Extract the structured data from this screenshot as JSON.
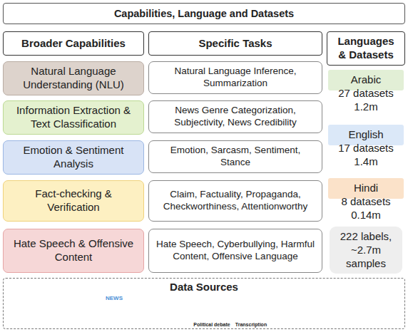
{
  "diagram": {
    "nodes": [
      {
        "text": [
          "Capabilities, Language and Datasets"
        ]
      },
      {
        "text": [
          "Broader Capabilities"
        ]
      },
      {
        "text": [
          "Specific Tasks"
        ]
      },
      {
        "text": [
          "Languages & Datasets"
        ]
      },
      {
        "text": [
          "Natural Language Understanding (NLU)"
        ]
      },
      {
        "text": [
          "Natural Language Inference, Summarization"
        ]
      },
      {
        "text": [
          "Information Extraction & Text Classification"
        ]
      },
      {
        "text": [
          "News Genre Categorization, Subjectivity, News Credibility"
        ]
      },
      {
        "text": [
          "Emotion & Sentiment Analysis"
        ]
      },
      {
        "text": [
          "Emotion, Sarcasm, Sentiment, Stance"
        ]
      },
      {
        "text": [
          "Fact-checking & Verification"
        ]
      },
      {
        "text": [
          "Claim, Factuality, Propaganda, Checkworthiness, Attentionworthy"
        ]
      },
      {
        "text": [
          "Hate Speech & Offensive Content"
        ]
      },
      {
        "text": [
          "Hate Speech, Cyberbullying, Harmful Content, Offensive Language"
        ]
      },
      {
        "text": [
          "Arabic"
        ]
      },
      {
        "text": [
          "English"
        ]
      },
      {
        "text": [
          "Hindi"
        ]
      },
      {
        "text": [
          "222 labels, ~2.7m samples"
        ]
      },
      {
        "text": [
          "Data Sources"
        ]
      }
    ],
    "labels": [
      "27 datasets 1.2m",
      "17 datasets 1.4m",
      "8 datasets 0.14m",
      "NEWS",
      "Political debate",
      "Transcription"
    ]
  }
}
